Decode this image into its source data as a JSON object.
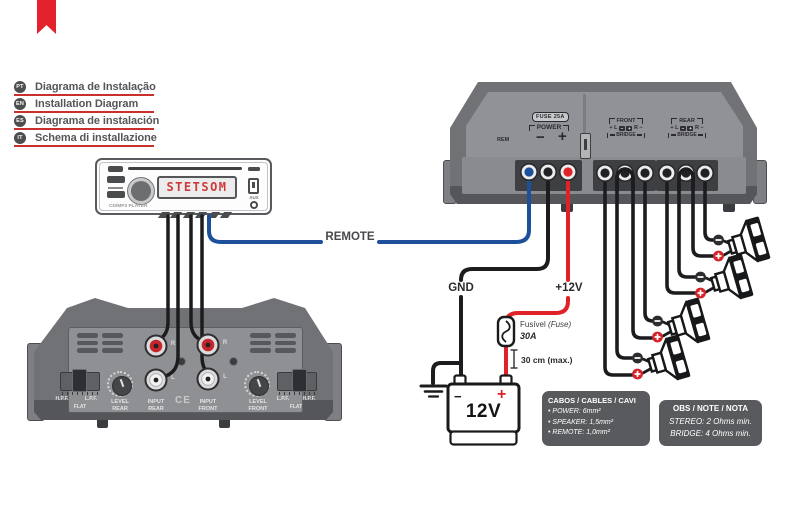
{
  "colors": {
    "wire_red": "#df2228",
    "wire_blue": "#1d4f9b",
    "wire_black": "#1c1c1e",
    "accent_red": "#d6242b",
    "underline_red": "#c9302c",
    "amp_body_gray": "#717276",
    "amp_panel_gray": "#8f9093",
    "info_box_gray": "#595a5e"
  },
  "languages": [
    {
      "code": "PT",
      "label": "Diagrama de Instalação"
    },
    {
      "code": "EN",
      "label": "Installation Diagram"
    },
    {
      "code": "ES",
      "label": "Diagrama de instalación"
    },
    {
      "code": "IT",
      "label": "Schema di installazione"
    }
  ],
  "head_unit": {
    "display": "STETSOM",
    "player": "CD/MP3 PLAYER",
    "aux": "AUX"
  },
  "wiring": {
    "remote": "REMOTE",
    "gnd": "GND",
    "plus12v": "+12V",
    "fuse_name": "Fusível",
    "fuse_name_en": "(Fuse)",
    "fuse_rating": "30A",
    "distance": "30 cm (max.)"
  },
  "amp_main": {
    "fuse_box": "FUSE 25A",
    "power": "POWER",
    "rem": "REM",
    "minus": "−",
    "plus": "+",
    "front": "FRONT",
    "rear": "REAR",
    "bridge": "BRIDGE",
    "l": "L",
    "r": "R"
  },
  "amp_small": {
    "hpf": "H.P.F.",
    "lpf": "L.P.F.",
    "flat": "FLAT",
    "level": "LEVEL",
    "input": "INPUT",
    "rear": "REAR",
    "front": "FRONT",
    "ce": "CE",
    "r": "R",
    "l": "L"
  },
  "battery": {
    "voltage": "12V",
    "minus": "−",
    "plus": "+"
  },
  "cables_box": {
    "title": "CABOS / CABLES / CAVI",
    "items": [
      "POWER: 6mm²",
      "SPEAKER: 1,5mm²",
      "REMOTE: 1,0mm²"
    ]
  },
  "note_box": {
    "title": "OBS / NOTE / NOTA",
    "lines": [
      "STEREO: 2 Ohms min.",
      "BRIDGE: 4 Ohms min."
    ]
  }
}
